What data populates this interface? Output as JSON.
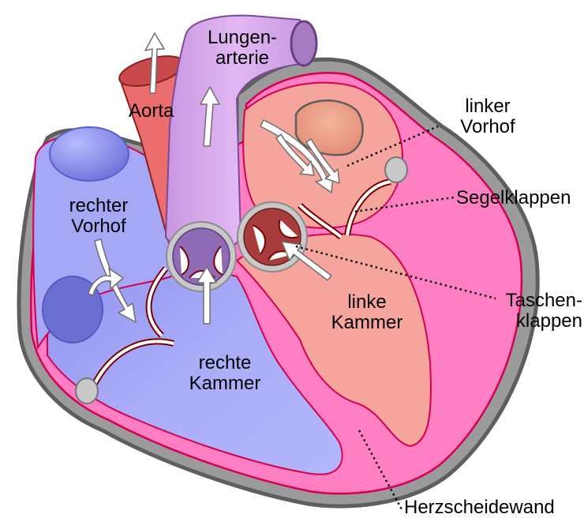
{
  "labels": {
    "lungenarterie": [
      "Lungen-",
      "arterie"
    ],
    "aorta": "Aorta",
    "rechter_vorhof": [
      "rechter",
      "Vorhof"
    ],
    "linker_vorhof": [
      "linker",
      "Vorhof"
    ],
    "segelklappen": "Segelklappen",
    "taschenklappen": [
      "Taschen-",
      "klappen"
    ],
    "linke_kammer": [
      "linke",
      "Kammer"
    ],
    "rechte_kammer": [
      "rechte",
      "Kammer"
    ],
    "herzscheidewand": "Herzscheidewand"
  },
  "colors": {
    "outer_wall": "#6e6e6e",
    "wall_gray": "#c9c9c9",
    "myocardium": "#ff7fc4",
    "myocardium_edge": "#d4004f",
    "right_chambers": "#a8aaf6",
    "right_atrium_dark": "#6f72d6",
    "left_chambers": "#f6a59c",
    "left_atrium_dark": "#e58b78",
    "pulmonary_artery": "#d7a6ec",
    "pulmonary_edge": "#7a4a96",
    "aorta": "#ec6d6d",
    "aorta_edge": "#8a1f1f",
    "valve": "#ffffff",
    "valve_edge": "#7a0000"
  }
}
